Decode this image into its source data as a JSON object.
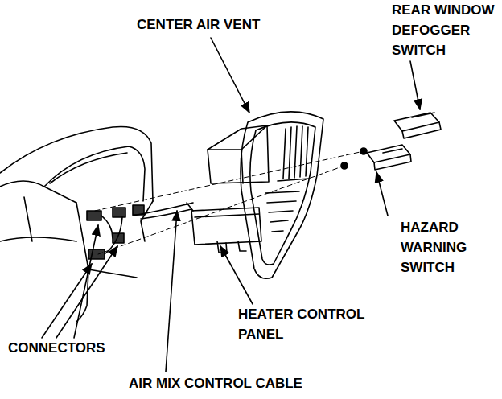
{
  "diagram": {
    "labels": [
      "CENTER AIR VENT",
      "REAR WINDOW DEFOGGER SWITCH",
      "HAZARD WARNING SWITCH",
      "HEATER CONTROL PANEL",
      "CONNECTORS",
      "AIR MIX CONTROL CABLE"
    ]
  }
}
